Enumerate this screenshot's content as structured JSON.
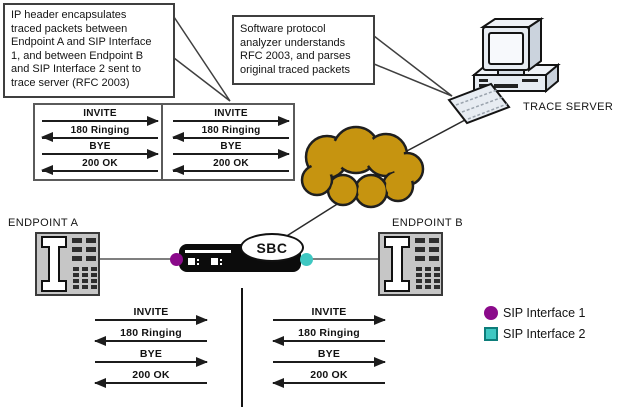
{
  "callouts": {
    "ip_header": {
      "text": "IP header encapsulates\ntraced packets between\nEndpoint A and SIP Interface\n1, and between Endpoint B\nand SIP Interface 2 sent to\ntrace server (RFC 2003)"
    },
    "analyzer": {
      "text": "Software protocol\nanalyzer understands\nRFC 2003, and parses\noriginal  traced packets"
    }
  },
  "nodes": {
    "trace_server": "TRACE SERVER",
    "sbc": "SBC",
    "endpoint_a": "ENDPOINT A",
    "endpoint_b": "ENDPOINT B"
  },
  "messages": [
    "INVITE",
    "180 Ringing",
    "BYE",
    "200 OK"
  ],
  "message_directions": [
    "right",
    "left",
    "right",
    "left"
  ],
  "legend": [
    {
      "label": "SIP Interface 1",
      "color": "#8B0A8B",
      "shape": "circle"
    },
    {
      "label": "SIP Interface 2",
      "color": "#3FC8C2",
      "shape": "square"
    }
  ],
  "colors": {
    "cloud": "#C69410",
    "sip1": "#8B0A8B",
    "sip2": "#3FC8C2",
    "connector": "#7F7F7F"
  }
}
